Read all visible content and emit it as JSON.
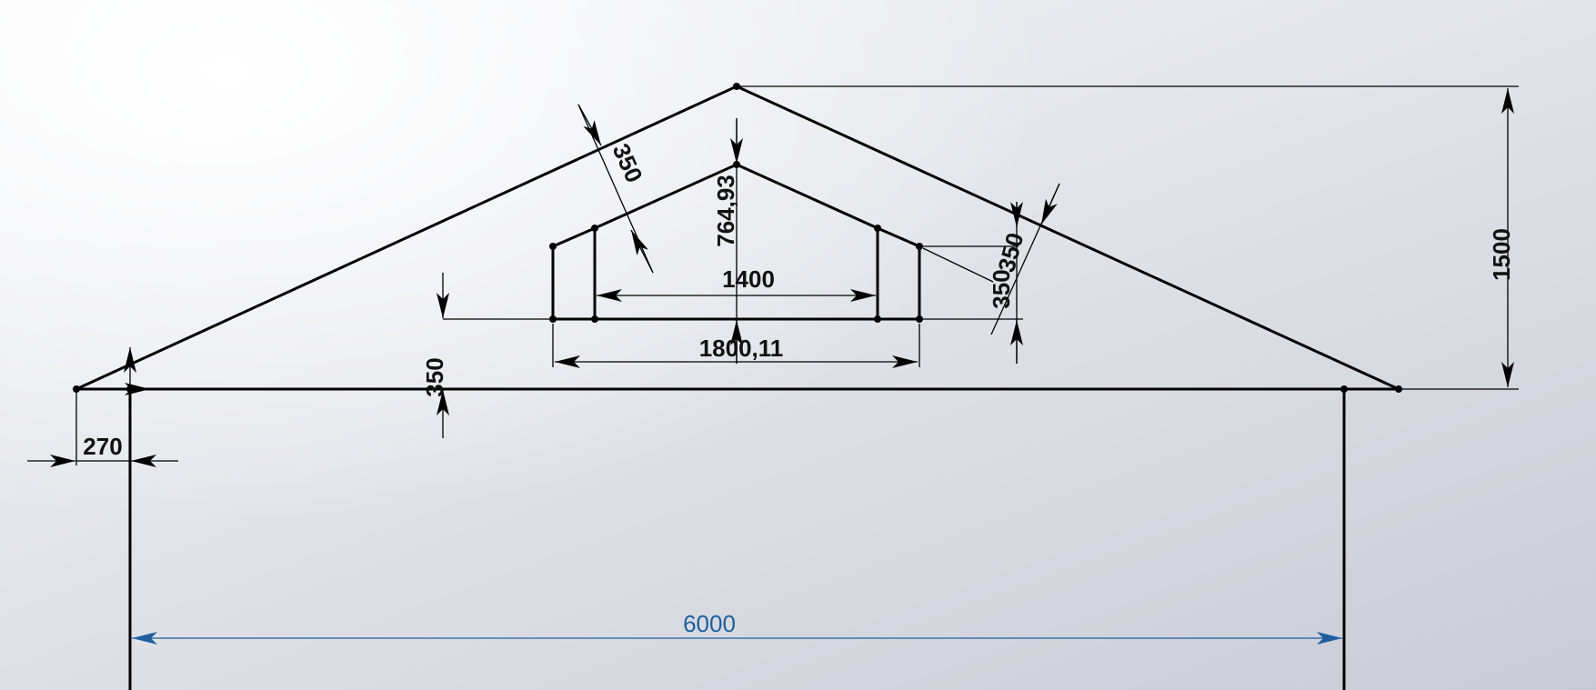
{
  "sketch": {
    "dimensions": {
      "roof_height": "1500",
      "roof_thickness": "350",
      "inner_height": "764,93",
      "inner_width_top": "1400",
      "inner_width_bottom": "1800,11",
      "base_offset": "350",
      "eave_overhang": "270",
      "span": "6000",
      "right_offset_a": "350",
      "right_offset_b": "350"
    },
    "colors": {
      "geometry": "#000000",
      "driven_dimension": "#1f5f9e"
    }
  }
}
